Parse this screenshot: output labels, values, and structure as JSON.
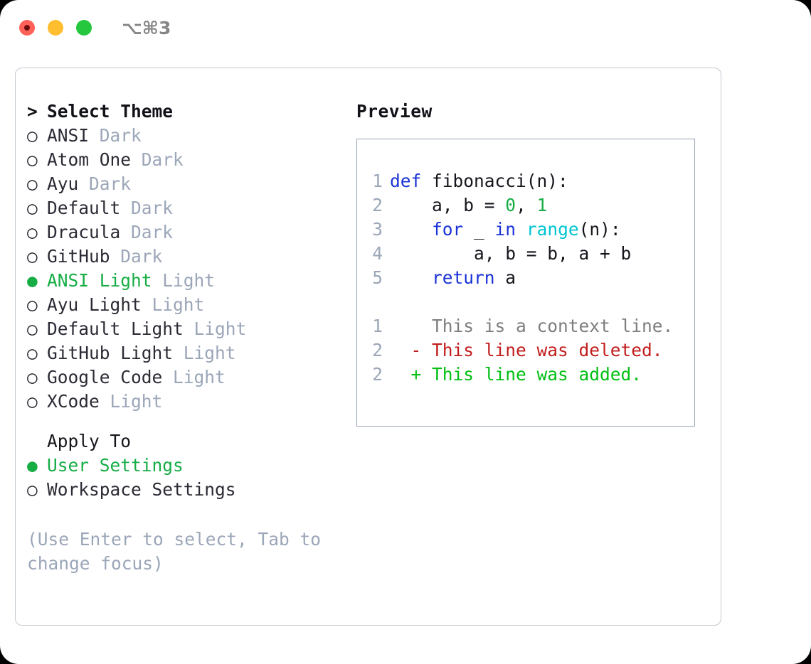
{
  "titlebar": {
    "traffic_lights": [
      {
        "name": "close",
        "color": "#ff6159",
        "recording": true
      },
      {
        "name": "minimize",
        "color": "#ffbe2f",
        "recording": false
      },
      {
        "name": "zoom",
        "color": "#25c73e",
        "recording": false
      }
    ],
    "shortcut": "⌥⌘3"
  },
  "theme_list": {
    "heading_marker": ">",
    "heading": "Select Theme",
    "radio_off": "○",
    "radio_on": "●",
    "items": [
      {
        "name": "ANSI",
        "category": "Dark",
        "selected": false
      },
      {
        "name": "Atom One",
        "category": "Dark",
        "selected": false
      },
      {
        "name": "Ayu",
        "category": "Dark",
        "selected": false
      },
      {
        "name": "Default",
        "category": "Dark",
        "selected": false
      },
      {
        "name": "Dracula",
        "category": "Dark",
        "selected": false
      },
      {
        "name": "GitHub",
        "category": "Dark",
        "selected": false
      },
      {
        "name": "ANSI Light",
        "category": "Light",
        "selected": true
      },
      {
        "name": "Ayu Light",
        "category": "Light",
        "selected": false
      },
      {
        "name": "Default Light",
        "category": "Light",
        "selected": false
      },
      {
        "name": "GitHub Light",
        "category": "Light",
        "selected": false
      },
      {
        "name": "Google Code",
        "category": "Light",
        "selected": false
      },
      {
        "name": "XCode",
        "category": "Light",
        "selected": false
      }
    ]
  },
  "apply_to": {
    "label": "Apply To",
    "options": [
      {
        "name": "User Settings",
        "selected": true
      },
      {
        "name": "Workspace Settings",
        "selected": false
      }
    ]
  },
  "hint": "(Use Enter to select, Tab to change focus)",
  "preview": {
    "title": "Preview",
    "code_lines": [
      {
        "no": "1",
        "tokens": [
          {
            "t": "def",
            "c": "kw"
          },
          {
            "t": " fibonacci(n):",
            "c": ""
          }
        ]
      },
      {
        "no": "2",
        "tokens": [
          {
            "t": "    a, b = ",
            "c": ""
          },
          {
            "t": "0",
            "c": "num"
          },
          {
            "t": ", ",
            "c": ""
          },
          {
            "t": "1",
            "c": "num"
          }
        ]
      },
      {
        "no": "3",
        "tokens": [
          {
            "t": "    ",
            "c": ""
          },
          {
            "t": "for",
            "c": "kw"
          },
          {
            "t": " _ ",
            "c": ""
          },
          {
            "t": "in",
            "c": "kw"
          },
          {
            "t": " ",
            "c": ""
          },
          {
            "t": "range",
            "c": "fn"
          },
          {
            "t": "(n):",
            "c": ""
          }
        ]
      },
      {
        "no": "4",
        "tokens": [
          {
            "t": "        a, b = b, a + b",
            "c": ""
          }
        ]
      },
      {
        "no": "5",
        "tokens": [
          {
            "t": "    ",
            "c": ""
          },
          {
            "t": "return",
            "c": "kw"
          },
          {
            "t": " a",
            "c": ""
          }
        ]
      }
    ],
    "diff_lines": [
      {
        "no": "1",
        "sign": " ",
        "text": " This is a context line.",
        "kind": "diff-ctx"
      },
      {
        "no": "2",
        "sign": "-",
        "text": " This line was deleted.",
        "kind": "diff-del"
      },
      {
        "no": "2",
        "sign": "+",
        "text": " This line was added.",
        "kind": "diff-add"
      }
    ]
  },
  "colors": {
    "accent_green": "#16ad45",
    "keyword_blue": "#1a33d6",
    "function_cyan": "#00c6d2",
    "number_green": "#16ad45",
    "diff_delete_red": "#c21d1d",
    "diff_add_green": "#00bf12",
    "muted_gray": "#9ba6b8",
    "panel_border": "#97a4b4",
    "window_border": "#c3c9d1"
  }
}
